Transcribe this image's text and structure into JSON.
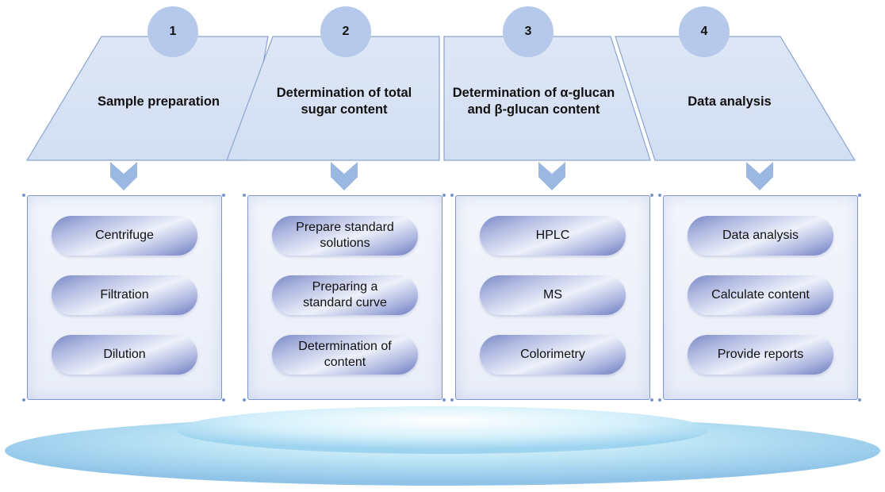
{
  "colors": {
    "trapezoid_fill": "#d9e4f5",
    "trapezoid_stroke": "#8aa4d2",
    "circle_fill": "#b7c9ea",
    "arrow": "#9ab8e2",
    "panel_border": "#7f96c9",
    "platform": "#a9d8f0"
  },
  "steps": [
    {
      "number": "1",
      "title": "Sample preparation",
      "items": [
        "Centrifuge",
        "Filtration",
        "Dilution"
      ]
    },
    {
      "number": "2",
      "title": "Determination of total sugar content",
      "items": [
        "Prepare standard solutions",
        "Preparing a standard curve",
        "Determination of content"
      ]
    },
    {
      "number": "3",
      "title": "Determination of α-glucan and β-glucan content",
      "items": [
        "HPLC",
        "MS",
        "Colorimetry"
      ]
    },
    {
      "number": "4",
      "title": "Data analysis",
      "items": [
        "Data analysis",
        "Calculate content",
        "Provide reports"
      ]
    }
  ]
}
